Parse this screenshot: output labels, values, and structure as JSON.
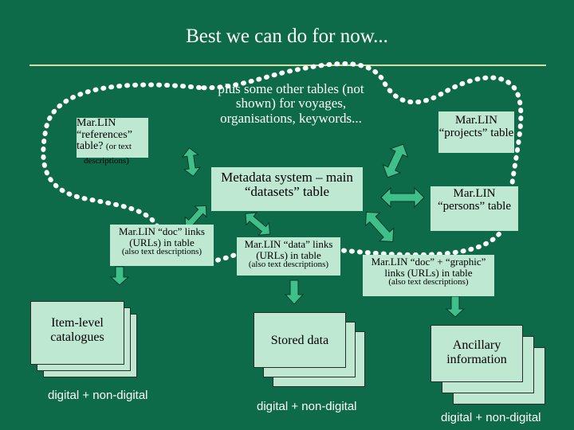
{
  "title": "Best we can do for now...",
  "note": "plus some other tables (not shown) for voyages, organisations, keywords...",
  "boxes": {
    "references": {
      "main": "Mar.LIN “references” table?",
      "small": "(or text",
      "cont": "descriptions)"
    },
    "projects": "Mar.LIN “projects” table",
    "metadata": "Metadata system – main “datasets” table",
    "persons": "Mar.LIN “persons” table",
    "doc_links": {
      "main": "Mar.LIN “doc” links (URLs) in table",
      "small": "(also text descriptions)"
    },
    "data_links": {
      "main": "Mar.LIN “data” links (URLs) in table",
      "small": "(also text descriptions)"
    },
    "graphic_links": {
      "main": "Mar.LIN “doc” + “graphic” links (URLs) in table",
      "small": "(also text descriptions)"
    }
  },
  "stacks": {
    "item_level": "Item-level catalogues",
    "stored_data": "Stored data",
    "ancillary": "Ancillary information"
  },
  "captions": {
    "left": "digital + non-digital",
    "middle": "digital + non-digital",
    "right": "digital + non-digital"
  },
  "colors": {
    "background": "#0e6b4a",
    "box_fill": "#bfe8d3",
    "arrow_fill": "#3fbf8a",
    "boundary": "#ffffff"
  }
}
